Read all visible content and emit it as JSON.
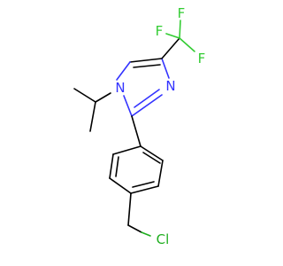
{
  "molecule": {
    "atoms": {
      "n1": "N",
      "n3": "N",
      "f1": "F",
      "f2": "F",
      "f3": "F",
      "cl": "Cl"
    },
    "colors": {
      "bond": "#000000",
      "nitrogen": "#3333ff",
      "fluorine": "#33cc33",
      "chlorine": "#1fae1f",
      "background": "#ffffff"
    }
  }
}
